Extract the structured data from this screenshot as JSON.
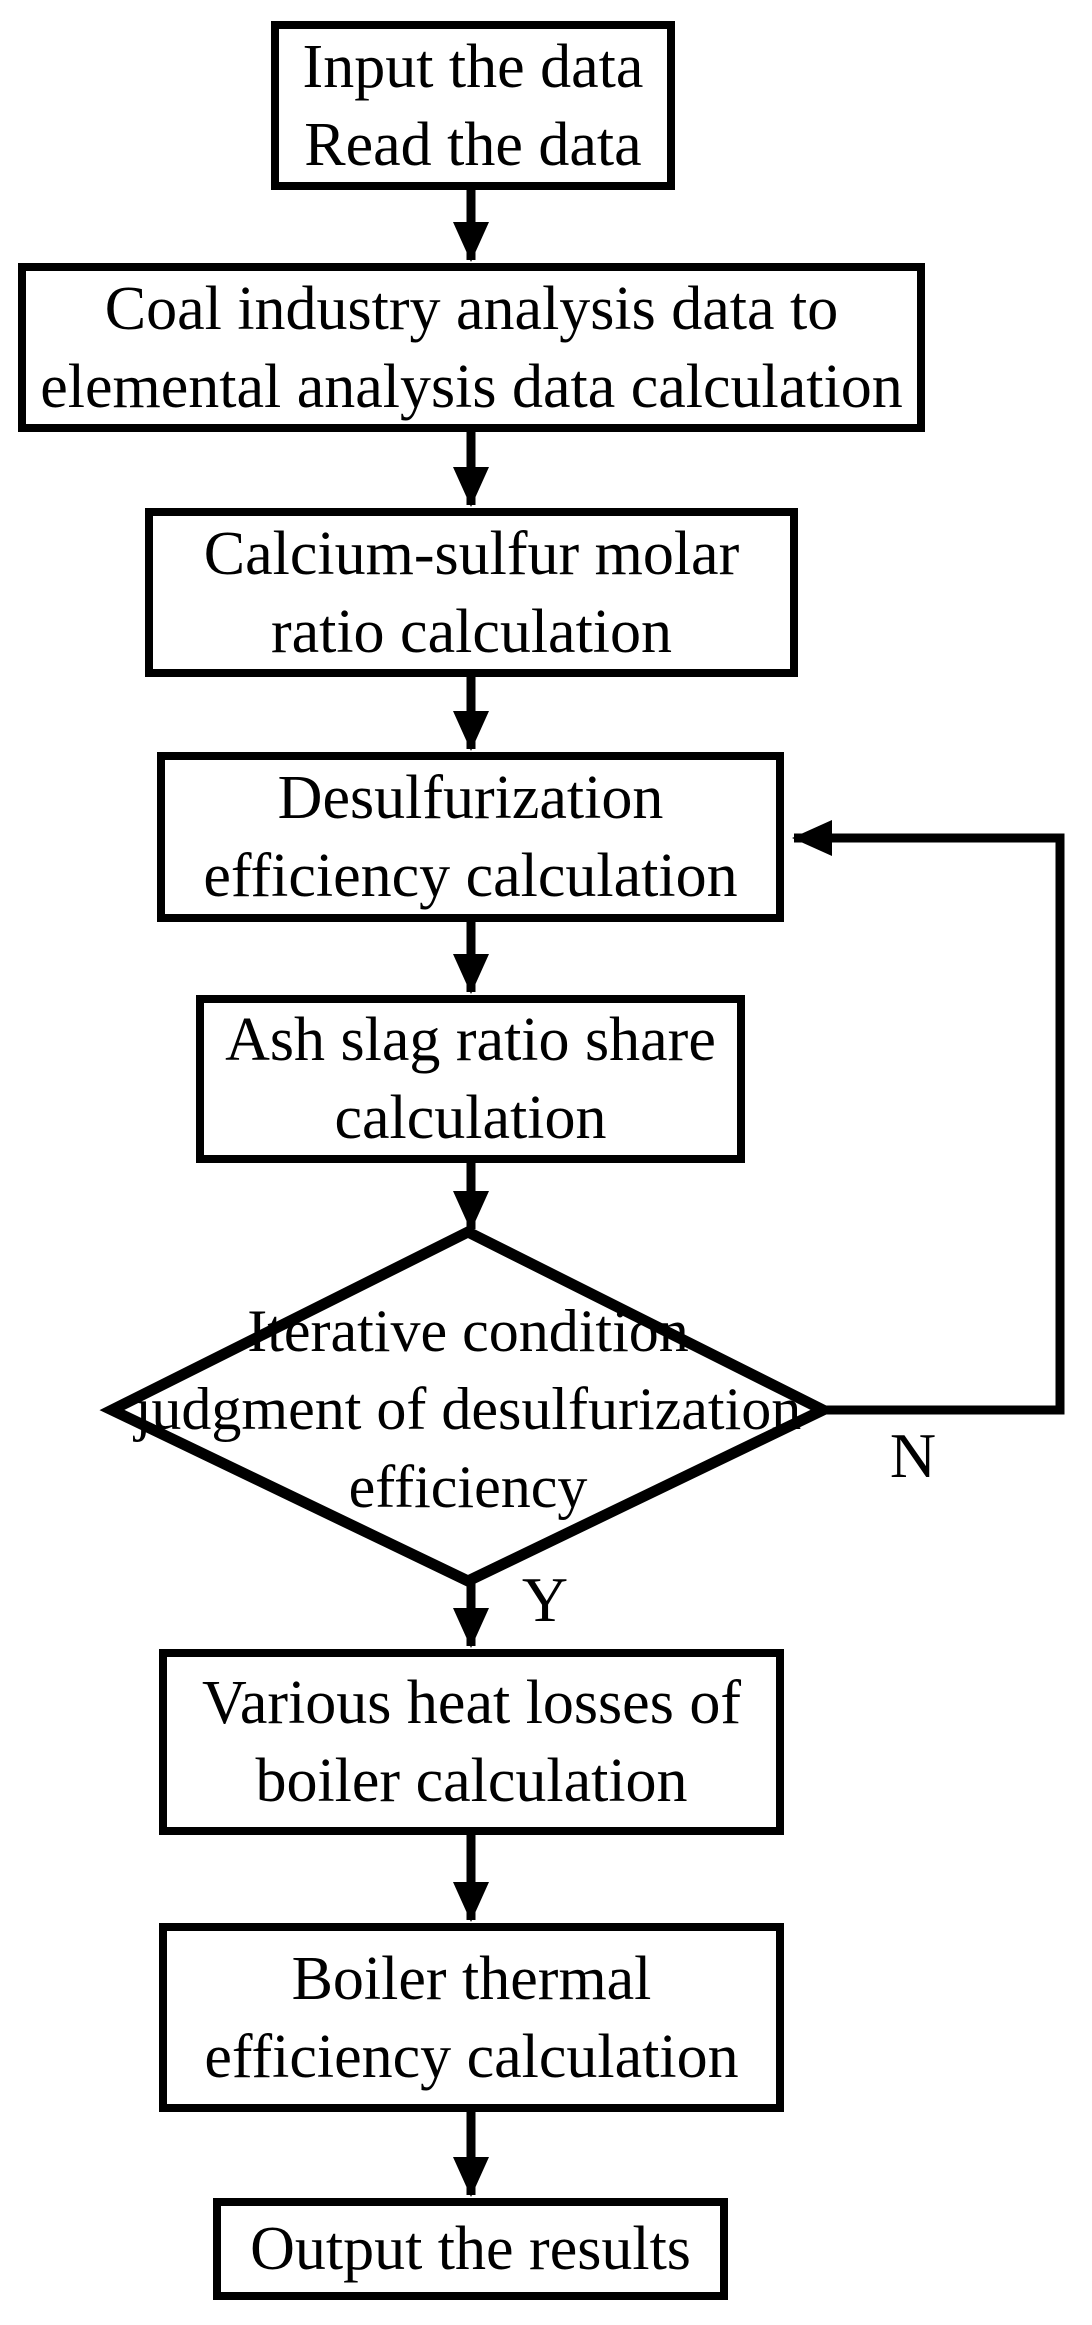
{
  "flowchart": {
    "background_color": "#ffffff",
    "line_color": "#000000",
    "nodes": {
      "input": {
        "type": "process",
        "label": "Input the data\nRead the data"
      },
      "coal": {
        "type": "process",
        "label": "Coal industry analysis data to\nelemental analysis data calculation"
      },
      "calcium": {
        "type": "process",
        "label": "Calcium-sulfur molar\nratio calculation"
      },
      "desulfurization": {
        "type": "process",
        "label": "Desulfurization\nefficiency calculation"
      },
      "ash": {
        "type": "process",
        "label": "Ash slag ratio share\ncalculation"
      },
      "decision": {
        "type": "decision",
        "label": "Iterative condition\njudgment of desulfurization\nefficiency"
      },
      "heat_losses": {
        "type": "process",
        "label": "Various heat losses of\nboiler calculation"
      },
      "thermal": {
        "type": "process",
        "label": "Boiler thermal\nefficiency calculation"
      },
      "output": {
        "type": "process",
        "label": "Output the results"
      }
    },
    "branch_labels": {
      "no": "N",
      "yes": "Y"
    }
  }
}
